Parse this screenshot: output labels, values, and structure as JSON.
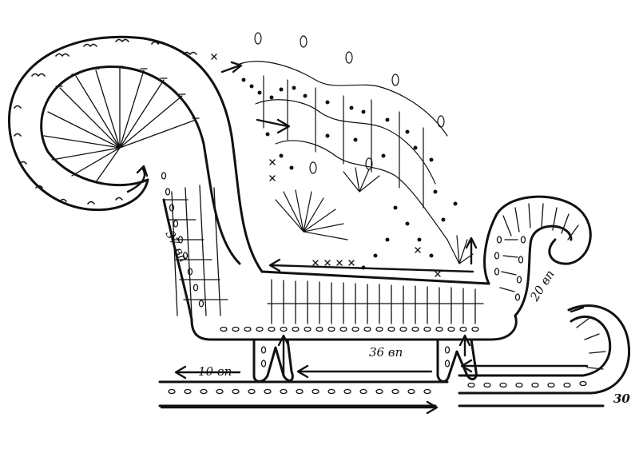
{
  "diagram": {
    "labels": {
      "back_count": "37 вп",
      "front_count": "20 вп",
      "bottom_count": "36 вп",
      "left_runner_count": "10 вп",
      "right_runner_count": "30"
    },
    "colors": {
      "ink": "#111111",
      "paper": "#ffffff"
    },
    "icons": [
      "chain-stitch",
      "double-crochet",
      "single-crochet",
      "picot",
      "arrow"
    ]
  }
}
